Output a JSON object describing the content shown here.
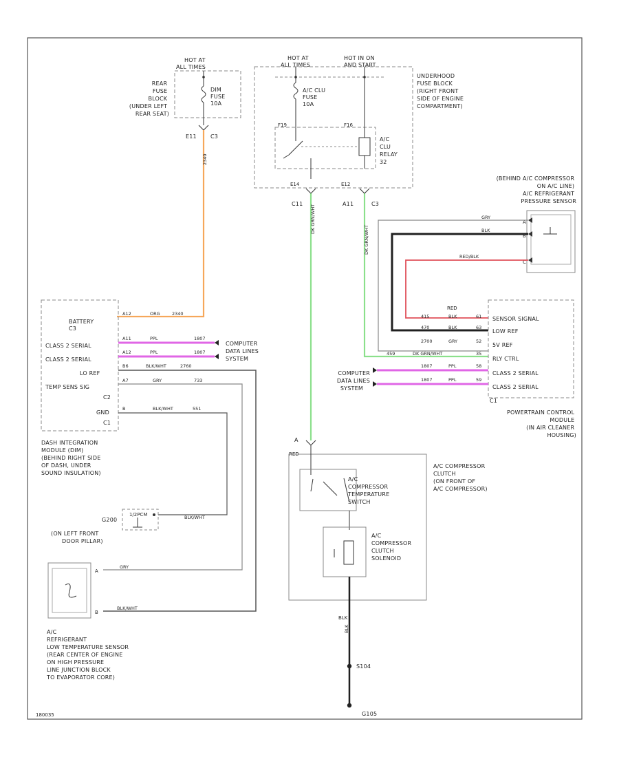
{
  "diagram_id": "180035",
  "hot_at_all_times_left": [
    "HOT AT",
    "ALL TIMES"
  ],
  "rear_fuse_block": [
    "REAR",
    "FUSE",
    "BLOCK",
    "(UNDER LEFT",
    "REAR SEAT)"
  ],
  "dim_fuse": [
    "DIM",
    "FUSE",
    "10A"
  ],
  "rear_fuse_terminal": "E11",
  "rear_fuse_connector": "C3",
  "hot_at_all_times_mid": [
    "HOT AT",
    "ALL TIMES"
  ],
  "hot_in_on": [
    "HOT IN ON",
    "AND START"
  ],
  "ac_clu_fuse": [
    "A/C CLU",
    "FUSE",
    "10A"
  ],
  "underhood_fuse_block": [
    "UNDERHOOD",
    "FUSE BLOCK",
    "(RIGHT FRONT",
    "SIDE OF ENGINE",
    "COMPARTMENT)"
  ],
  "ac_clu_relay": [
    "A/C",
    "CLU",
    "RELAY",
    "32"
  ],
  "relay_pin_a": "F19",
  "relay_pin_b": "F16",
  "relay_pin_c": "E14",
  "relay_pin_d": "E12",
  "uh_conn_left": "C11",
  "uh_conn_right_term": "A11",
  "uh_conn_right": "C3",
  "pressure_sensor": [
    "(BEHIND A/C COMPRESSOR",
    "ON A/C LINE)",
    "A/C REFRIGERANT",
    "PRESSURE SENSOR"
  ],
  "ps_wire_1": "GRY",
  "ps_wire_2": "BLK",
  "ps_wire_3": "RED/BLK",
  "ps_pin_a": "A",
  "ps_pin_b": "B",
  "ps_pin_c": "C",
  "pcm_red": "RED",
  "pcm_rows": [
    {
      "pin": "61",
      "color": "BLK",
      "circuit": "415",
      "label": "SENSOR SIGNAL"
    },
    {
      "pin": "63",
      "color": "BLK",
      "circuit": "470",
      "label": "LOW REF"
    },
    {
      "pin": "52",
      "color": "GRY",
      "circuit": "2700",
      "label": "5V REF"
    },
    {
      "pin": "35",
      "color": "DK GRN/WHT",
      "circuit": "459",
      "label": "RLY CTRL"
    },
    {
      "pin": "58",
      "color": "PPL",
      "circuit": "1807",
      "label": "CLASS 2 SERIAL"
    },
    {
      "pin": "59",
      "color": "PPL",
      "circuit": "1807",
      "label": "CLASS 2 SERIAL"
    }
  ],
  "pcm_connector": "C1",
  "pcm_name": [
    "POWERTRAIN CONTROL",
    "MODULE",
    "(IN AIR CLEANER",
    "HOUSING)"
  ],
  "data_lines_right": [
    "COMPUTER",
    "DATA LINES",
    "SYSTEM"
  ],
  "dim_rows": [
    {
      "label": "BATTERY",
      "pin": "A12",
      "color": "ORG",
      "circuit": "2340"
    },
    {
      "label": "CLASS 2 SERIAL",
      "pin": "A11",
      "color": "PPL",
      "circuit": "1807"
    },
    {
      "label": "CLASS 2 SERIAL",
      "pin": "A12",
      "color": "PPL",
      "circuit": "1807"
    },
    {
      "label": "LO REF",
      "pin": "B6",
      "color": "BLK/WHT",
      "circuit": "2760"
    },
    {
      "label": "TEMP SENS SIG",
      "pin": "A7",
      "color": "GRY",
      "circuit": "733"
    },
    {
      "label": "GND",
      "pin": "B",
      "color": "BLK/WHT",
      "circuit": "551"
    }
  ],
  "dim_conn_c3": "C3",
  "dim_conn_c2": "C2",
  "dim_conn_c1": "C1",
  "data_lines_left": [
    "COMPUTER",
    "DATA LINES",
    "SYSTEM"
  ],
  "dim_name": [
    "DASH INTEGRATION",
    "MODULE (DIM)",
    "(BEHIND RIGHT SIDE",
    "OF DASH, UNDER",
    "SOUND INSULATION)"
  ],
  "ground_g200": "G200",
  "g200_location": [
    "(ON LEFT FRONT",
    "DOOR PILLAR)"
  ],
  "g200_wire": "BLK/WHT",
  "g200_tag": "1/2PCM",
  "low_temp_wire_a": "GRY",
  "low_temp_wire_b": "BLK/WHT",
  "low_temp_pin_a": "A",
  "low_temp_pin_b": "B",
  "low_temp_sensor": [
    "A/C",
    "REFRIGERANT",
    "LOW TEMPERATURE SENSOR",
    "(REAR CENTER OF ENGINE",
    "ON HIGH PRESSURE",
    "LINE JUNCTION BLOCK",
    "TO EVAPORATOR CORE)"
  ],
  "clutch_wire": "DK GRN/WHT",
  "clutch_conn_pin": "A",
  "clutch_red": "RED",
  "ac_clutch": [
    "A/C COMPRESSOR",
    "CLUTCH",
    "(ON FRONT OF",
    "A/C COMPRESSOR)"
  ],
  "temp_switch": [
    "A/C",
    "COMPRESSOR",
    "TEMPERATURE",
    "SWITCH"
  ],
  "clutch_solenoid": [
    "A/C",
    "COMPRESSOR",
    "CLUTCH",
    "SOLENOID"
  ],
  "clutch_blk": "BLK",
  "ground_wire": "BLK",
  "splice": "S104",
  "ground_g105": "G105",
  "colors": {
    "orange": "#f6a75a",
    "green": "#8be08b",
    "purple": "#e066e6",
    "red": "#e0505a",
    "black": "#202020"
  }
}
